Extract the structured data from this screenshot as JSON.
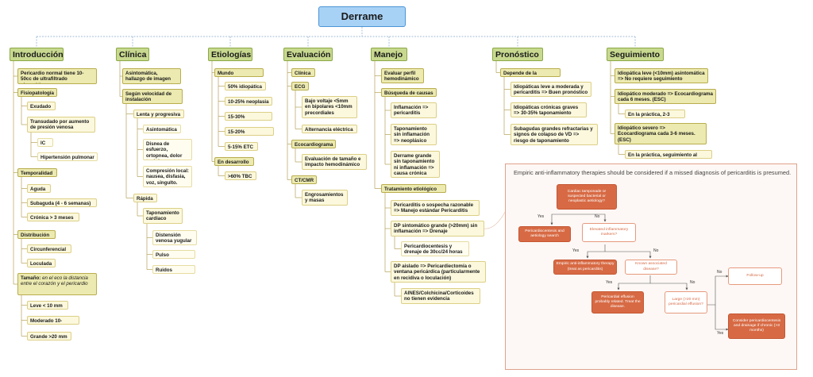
{
  "title": "Derrame Pericárdico",
  "categories": {
    "intro": "Introducción",
    "clinica": "Clínica",
    "etiologias": "Etiologías",
    "evaluacion": "Evaluación",
    "manejo": "Manejo",
    "pronostico": "Pronóstico",
    "seguimiento": "Seguimiento"
  },
  "intro": {
    "normal": "Pericardio normal tiene 10-50cc de ultrafiltrado plasmático",
    "fisiopatologia": "Fisiopatología",
    "exudado": "Exudado",
    "transudado": "Transudado por aumento de presión venosa",
    "ic": "IC",
    "hipertension": "Hipertensión pulmonar",
    "temporalidad": "Temporalidad",
    "aguda": "Aguda",
    "subaguda": "Subaguda (4 - 6 semanas)",
    "cronica": "Crónica > 3 meses",
    "distribucion": "Distribución",
    "circunferencial": "Circunferencial",
    "loculada": "Loculada",
    "tamano_label": "Tamaño:",
    "tamano_text": "en el eco la distancia entre el corazón y el pericardio",
    "leve": "Leve < 10 mm",
    "moderado": "Moderado 10-20mm",
    "grande": "Grande >20 mm"
  },
  "clinica": {
    "asintomatica": "Asintomática, hallazgo de imagen",
    "segun": "Según velocidad de instalación",
    "lenta": "Lenta y progresiva",
    "asint2": "Asintomática",
    "disnea": "Disnea de esfuerzo, ortopnea, dolor torácico.",
    "compresion": "Compresión local: nausea, disfasia, voz, singulto.",
    "rapida": "Rápida",
    "taponamiento": "Taponamiento cardiaco",
    "distension": "Distensión venosa yugular",
    "pulso": "Pulso paradójico",
    "ruidos": "Ruidos apagados"
  },
  "etiologias": {
    "mundo": "Mundo desarrollado",
    "idiopatica": "50% idiopática",
    "neoplasia": "10-25% neoplasia",
    "infecciosa": "15-30% infecciosa",
    "iatrogenica": "15-20% iatrogenica",
    "etc": "5-15% ETC",
    "desarrollo": "En desarrollo",
    "tbc": ">60% TBC"
  },
  "evaluacion": {
    "clinica": "Clínica",
    "ecg": "ECG",
    "bajo": "Bajo voltaje <5mm en bipolares <10mm precordiales",
    "alternancia": "Alternancia eléctrica",
    "eco": "Ecocardiograma",
    "evaltam": "Evaluación de tamaño e impacto hemodinámico",
    "ctcmr": "CT/CMR",
    "engros": "Engrosamientos y masas"
  },
  "manejo": {
    "evaluar": "Evaluar perfil hemodinámico",
    "busqueda": "Búsqueda de causas",
    "inflamacion": "Inflamación => pericarditis",
    "tapon_sin": "Taponamiento sin inflamación => neoplásico",
    "derrame": "Derrame grande sin taponamiento ni inflamación => causa crónica",
    "tratamiento": "Tratamiento etiológico",
    "pericarditis": "Pericarditis o sospecha razonable => Manejo estándar Pericarditis",
    "dp_sint": "DP sintomático grande (>20mm) sin inflamación => Drenaje",
    "pericardio": "Pericardiocentesis y drenaje de 30cc/24 horas",
    "dp_aislado": "DP aislado => Pericardiectomía o ventana pericárdica (particularmente en recidiva o loculación)",
    "aines": "AINES/Colchicina/Corticoides no tienen evidencia"
  },
  "pronostico": {
    "depende": "Depende de la etiología",
    "idio_leve": "Idiopáticas leve a moderada y pericarditis => Buen pronóstico",
    "idio_cron": "Idiopáticas crónicas graves => 30-35% taponamiento",
    "subagudas": "Subagudas grandes refractarias y signos de colapso de VD => riesgo de taponamiento"
  },
  "seguimiento": {
    "idio_leve": "Idiopática leve (<10mm) asintomática => No requiere seguimiento",
    "idio_mod": "Idiopático moderado => Ecocardiograma cada 6 meses. (ESC)",
    "practica1": "En la práctica, 2-3 meses.",
    "idio_sev": "Idiopático severo => Ecocardiograma cada 3-6 meses. (ESC)",
    "practica2": "En la práctica, seguimiento al mes."
  },
  "flowchart": {
    "title": "Empiric anti-inflammatory therapies should be considered if a missed diagnosis of pericarditis is presumed.",
    "q1": "Cardiac tamponade or suspected bacterial or neoplastic aetiology?",
    "a1": "Pericardiocentesis and aetiology search",
    "q2": "Elevated inflammatory markers?",
    "a2": "Empiric anti-inflammatory therapy (treat as pericarditis)",
    "q3": "Known associated disease?",
    "a3": "Pericardial effusion probably related. Treat the disease.",
    "q4": "Large (>20 mm) pericardial effusion?",
    "a4": "Follow-up",
    "a5": "Consider pericardiocentesis and drainage if chronic (>3 months)",
    "yes": "Yes",
    "no": "No"
  }
}
